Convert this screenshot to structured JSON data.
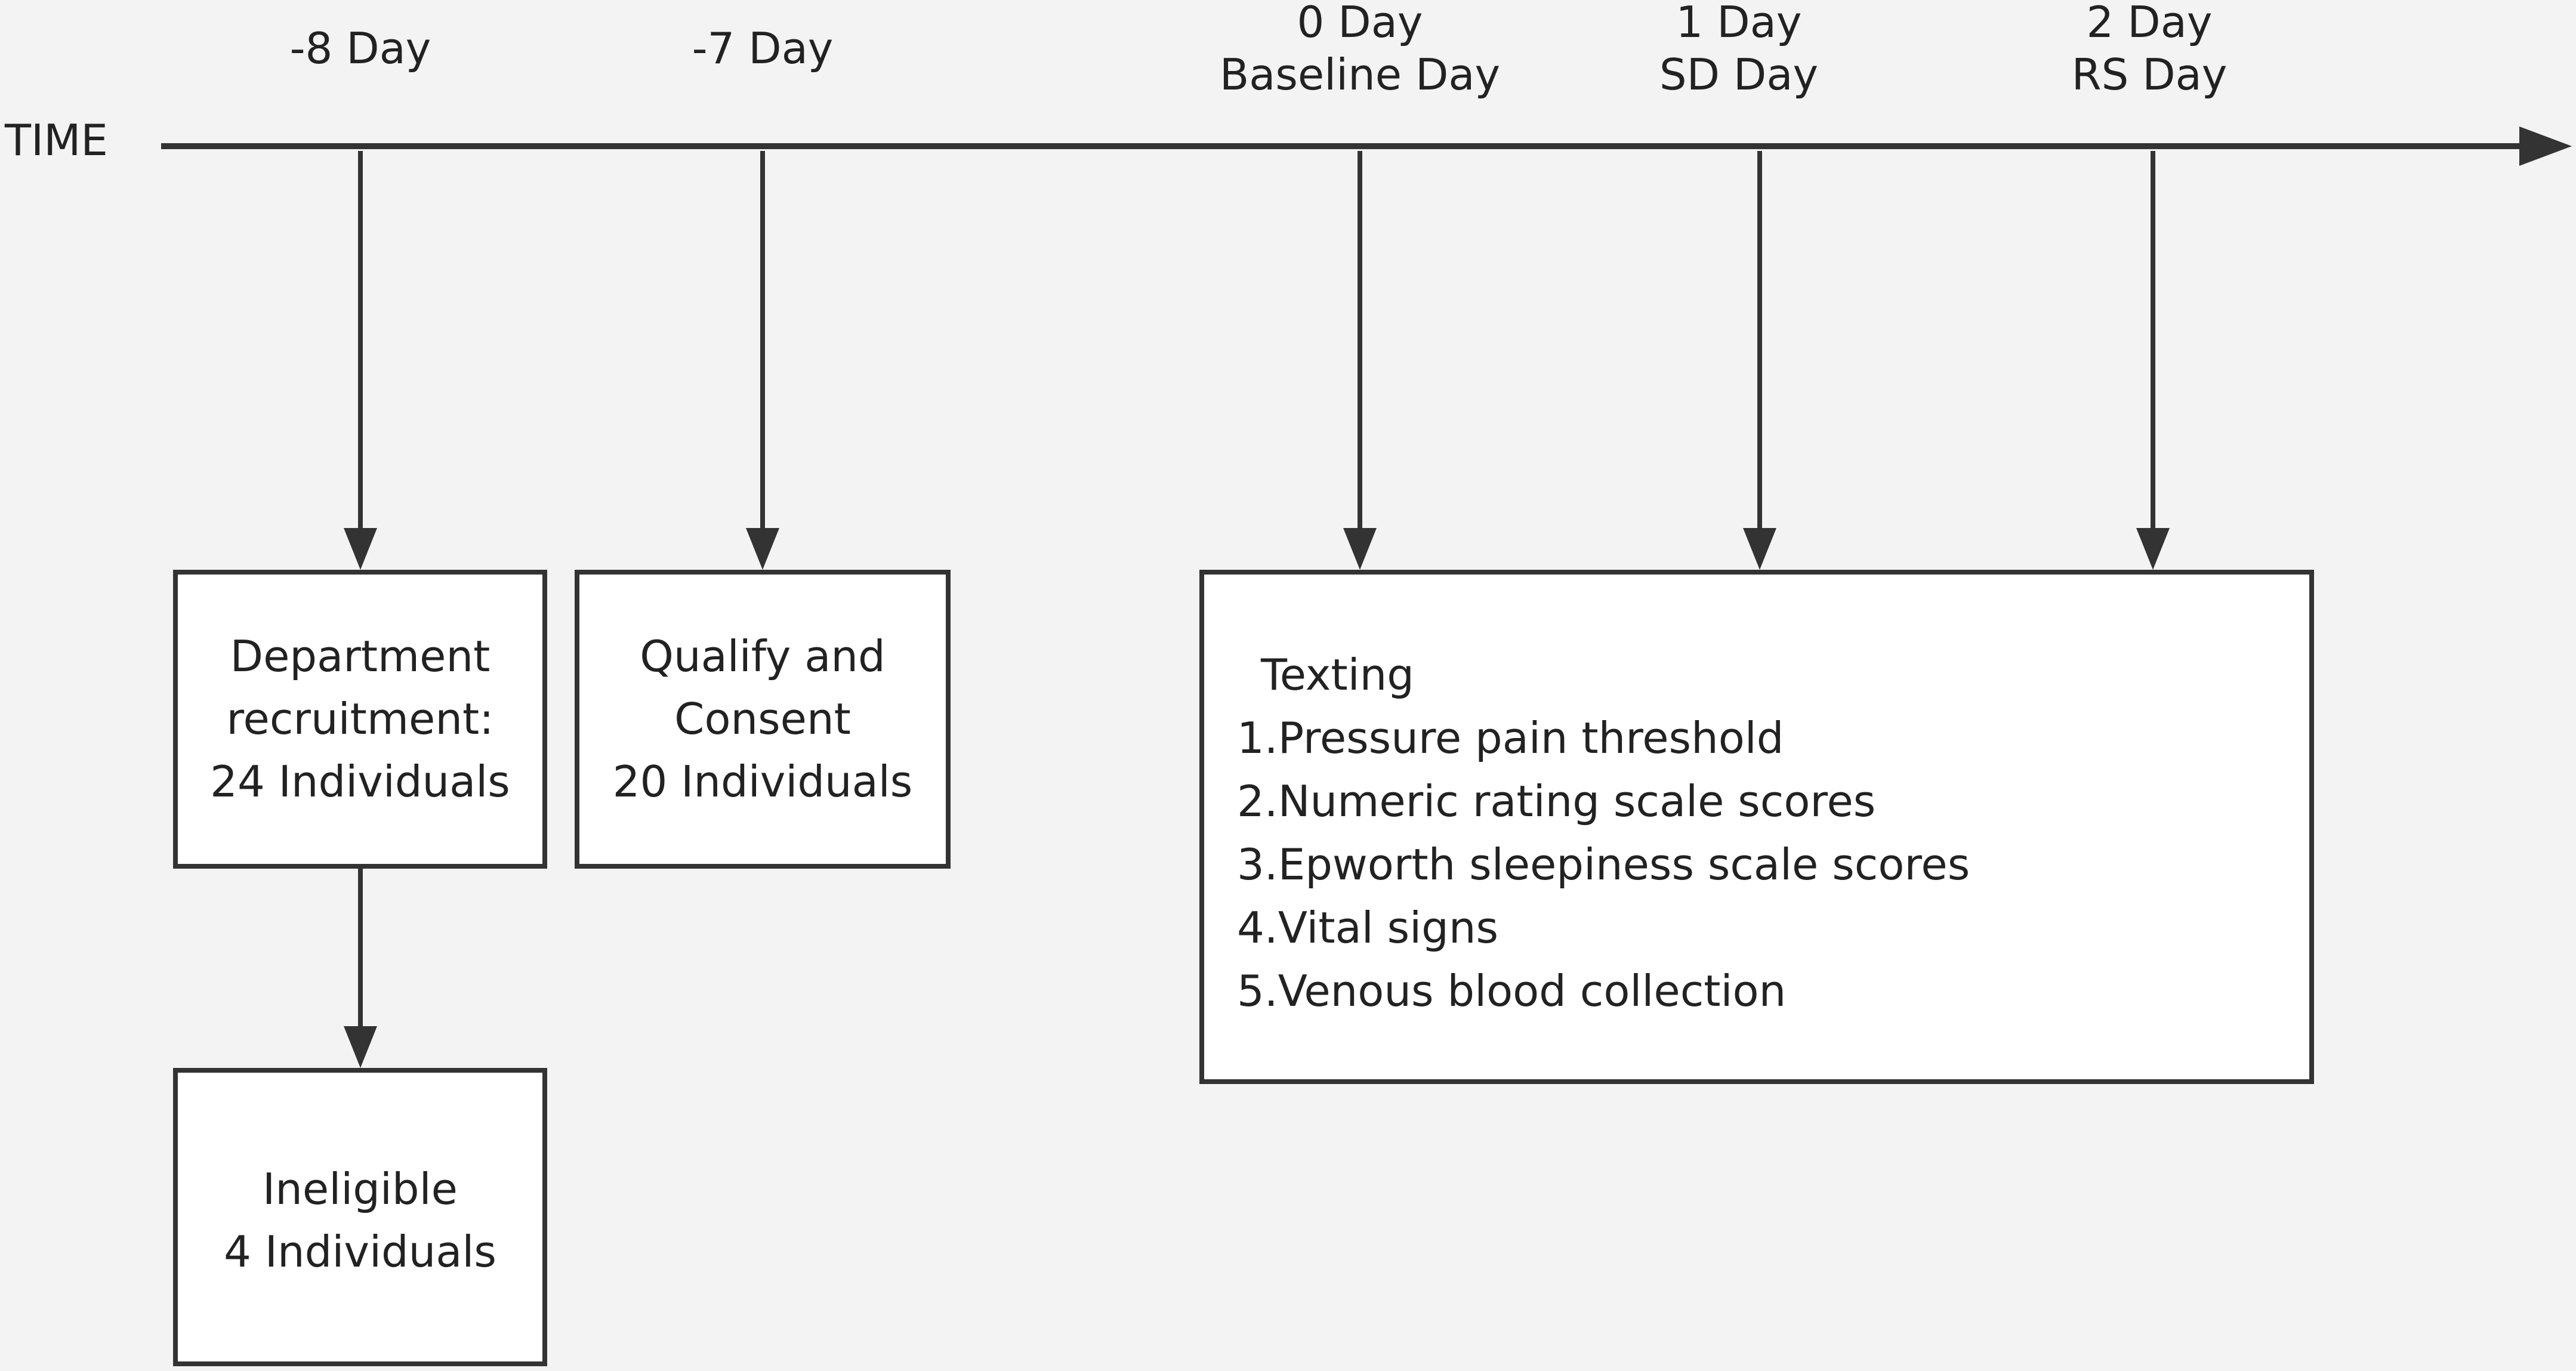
{
  "timeline": {
    "axis_label": "TIME",
    "markers": [
      {
        "line1": "-8 Day",
        "line2": ""
      },
      {
        "line1": "-7 Day",
        "line2": ""
      },
      {
        "line1": "0 Day",
        "line2": "Baseline Day"
      },
      {
        "line1": "1 Day",
        "line2": "SD Day"
      },
      {
        "line1": "2 Day",
        "line2": "RS Day"
      }
    ]
  },
  "boxes": {
    "recruitment": {
      "line1": "Department",
      "line2": "recruitment:",
      "line3": "24 Individuals"
    },
    "consent": {
      "line1": "Qualify and",
      "line2": "Consent",
      "line3": "20 Individuals"
    },
    "ineligible": {
      "line1": "Ineligible",
      "line2": "4 Individuals"
    },
    "testing": {
      "title": "Texting",
      "items": [
        "1.Pressure pain threshold",
        "2.Numeric rating scale scores",
        "3.Epworth sleepiness scale scores",
        "4.Vital signs",
        "5.Venous blood collection"
      ]
    }
  },
  "colors": {
    "background": "#f3f3f3",
    "line": "#333333",
    "box_fill": "#ffffff",
    "text": "#222222"
  }
}
